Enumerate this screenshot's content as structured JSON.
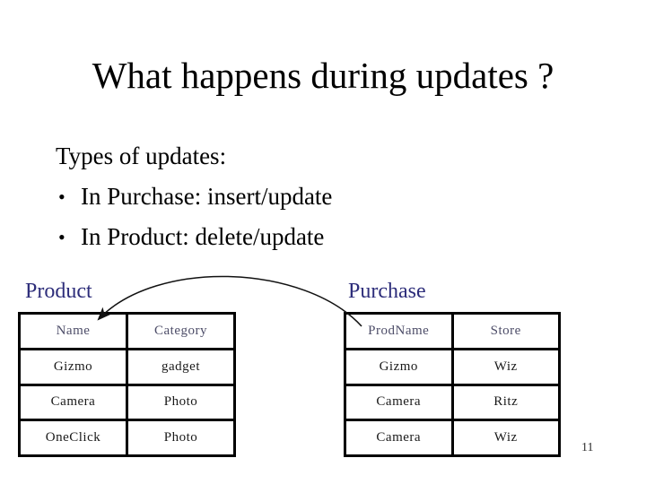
{
  "slide": {
    "title": "What happens during updates ?",
    "page_number": "11"
  },
  "body": {
    "intro": "Types of updates:",
    "bullet_char": "•",
    "bullets": [
      "In Purchase: insert/update",
      "In Product: delete/update"
    ]
  },
  "tables": [
    {
      "label": "Product",
      "headers": [
        "Name",
        "Category"
      ],
      "rows": [
        [
          "Gizmo",
          "gadget"
        ],
        [
          "Camera",
          "Photo"
        ],
        [
          "OneClick",
          "Photo"
        ]
      ]
    },
    {
      "label": "Purchase",
      "headers": [
        "ProdName",
        "Store"
      ],
      "rows": [
        [
          "Gizmo",
          "Wiz"
        ],
        [
          "Camera",
          "Ritz"
        ],
        [
          "Camera",
          "Wiz"
        ]
      ]
    }
  ],
  "arrow": {
    "description": "curved arrow from Purchase.ProdName to Product.Name"
  },
  "colors": {
    "label_color": "#2d2d7a",
    "header_text": "#4d4d68",
    "cell_text": "#1a1a1a",
    "table_border": "#000000"
  }
}
